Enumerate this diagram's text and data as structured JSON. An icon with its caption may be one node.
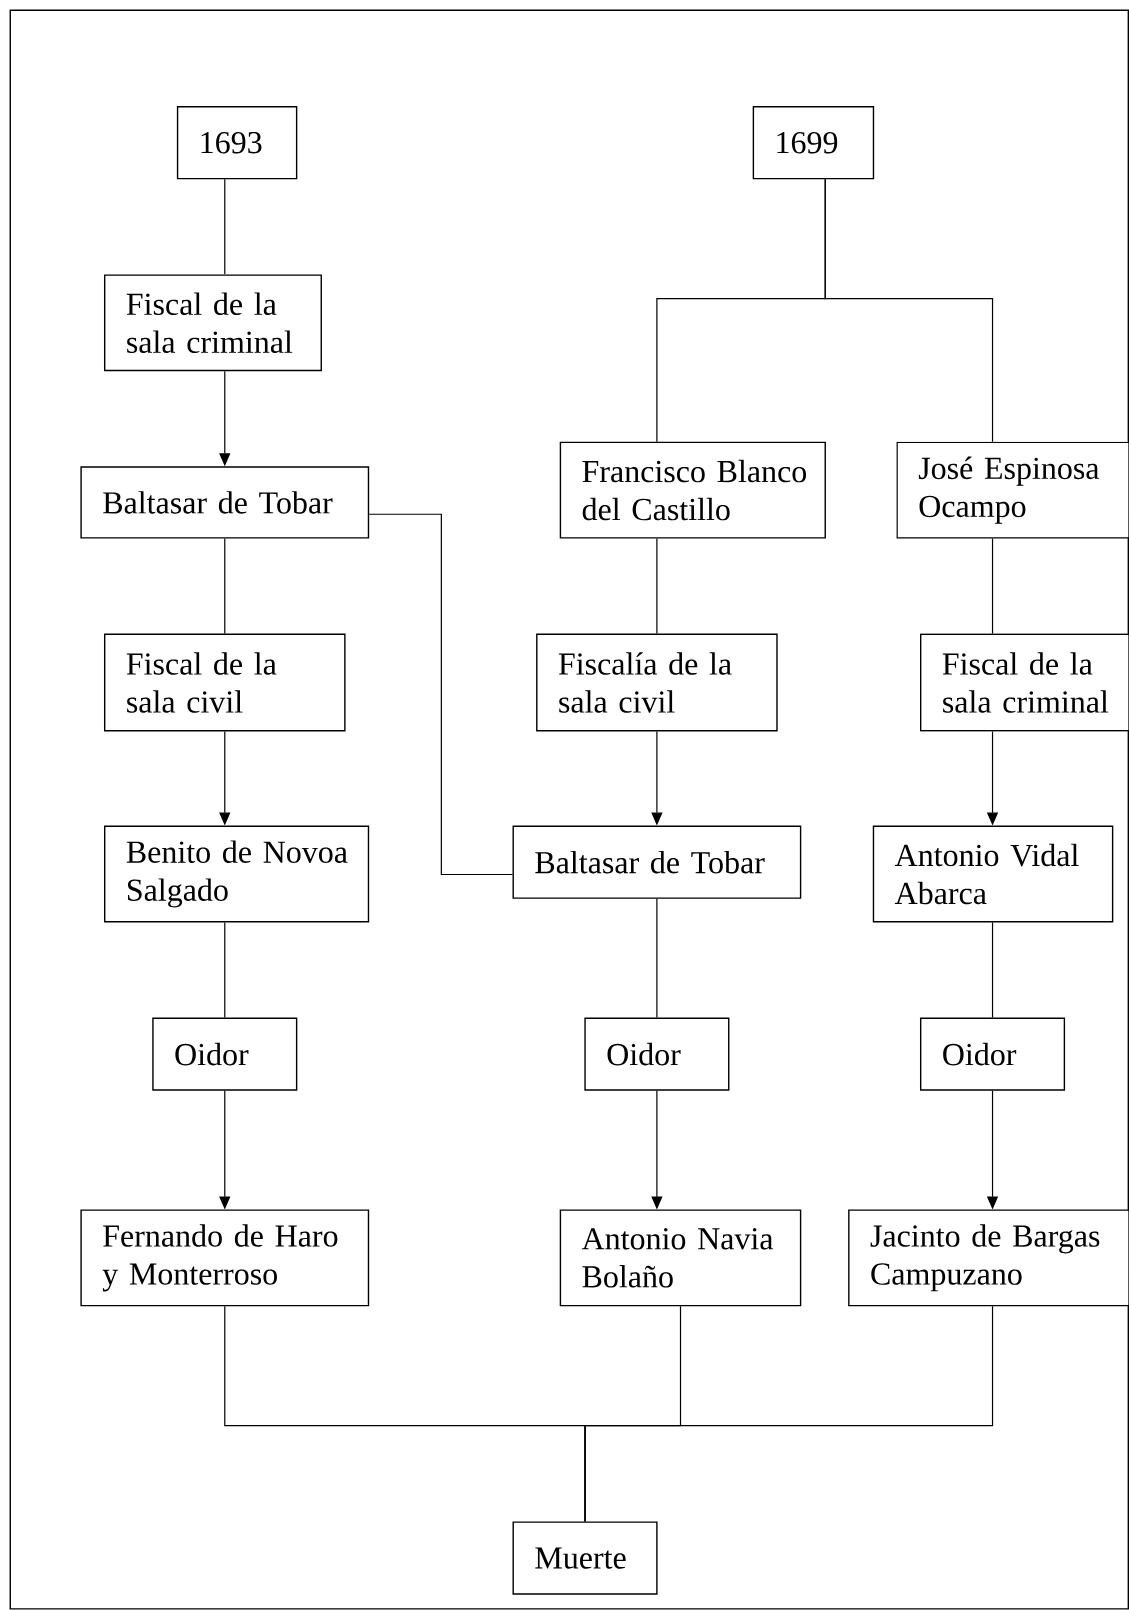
{
  "diagram": {
    "nodes": [
      {
        "text": [
          "1693"
        ]
      },
      {
        "text": [
          "1699"
        ]
      },
      {
        "text": [
          "Fiscal de la sala criminal"
        ]
      },
      {
        "text": [
          "Baltasar de Tobar"
        ]
      },
      {
        "text": [
          "Francisco Blanco del Castillo"
        ]
      },
      {
        "text": [
          "José Espinosa Ocampo"
        ]
      },
      {
        "text": [
          "Fiscal de la sala civil"
        ]
      },
      {
        "text": [
          "Fiscalía de la sala civil"
        ]
      },
      {
        "text": [
          "Fiscal de la sala criminal"
        ]
      },
      {
        "text": [
          "Benito de Novoa Salgado"
        ]
      },
      {
        "text": [
          "Baltasar de Tobar"
        ]
      },
      {
        "text": [
          "Antonio Vidal Abarca"
        ]
      },
      {
        "text": [
          "Oidor"
        ]
      },
      {
        "text": [
          "Oidor"
        ]
      },
      {
        "text": [
          "Oidor"
        ]
      },
      {
        "text": [
          "Fernando de Haro y Monterroso"
        ]
      },
      {
        "text": [
          "Antonio Navia Bolaño"
        ]
      },
      {
        "text": [
          "Jacinto de Bargas Campuzano"
        ]
      },
      {
        "text": [
          "Muerte"
        ]
      }
    ],
    "edges": [
      {
        "from": 0,
        "to": 2,
        "arrow": "none"
      },
      {
        "from": 2,
        "to": 3,
        "arrow": "to"
      },
      {
        "from": 3,
        "to": 6,
        "arrow": "none"
      },
      {
        "from": 6,
        "to": 9,
        "arrow": "to"
      },
      {
        "from": 9,
        "to": 12,
        "arrow": "none"
      },
      {
        "from": 12,
        "to": 15,
        "arrow": "to"
      },
      {
        "from": 1,
        "to": 4,
        "arrow": "none"
      },
      {
        "from": 1,
        "to": 5,
        "arrow": "none"
      },
      {
        "from": 4,
        "to": 7,
        "arrow": "none"
      },
      {
        "from": 7,
        "to": 10,
        "arrow": "to"
      },
      {
        "from": 5,
        "to": 8,
        "arrow": "none"
      },
      {
        "from": 8,
        "to": 11,
        "arrow": "to"
      },
      {
        "from": 10,
        "to": 13,
        "arrow": "none"
      },
      {
        "from": 13,
        "to": 16,
        "arrow": "to"
      },
      {
        "from": 11,
        "to": 14,
        "arrow": "none"
      },
      {
        "from": 14,
        "to": 17,
        "arrow": "to"
      },
      {
        "from": 3,
        "to": 10,
        "arrow": "none"
      },
      {
        "from": 15,
        "to": 18,
        "arrow": "none"
      },
      {
        "from": 16,
        "to": 18,
        "arrow": "none"
      },
      {
        "from": 17,
        "to": 18,
        "arrow": "none"
      }
    ]
  }
}
